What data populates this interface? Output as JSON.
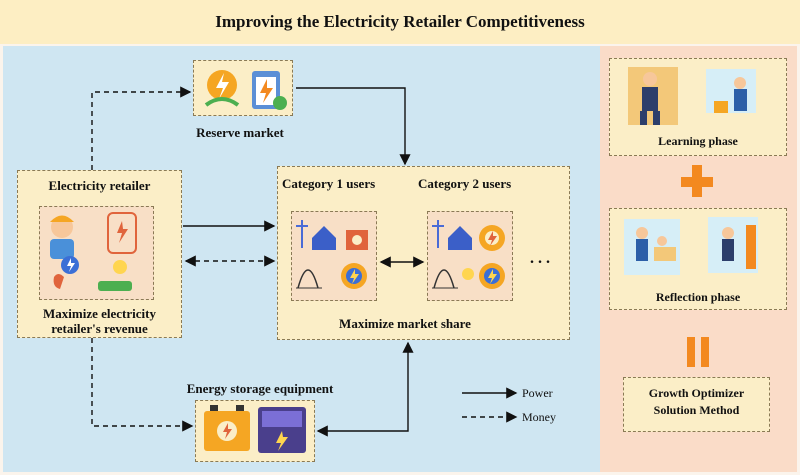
{
  "title": "Improving the Electricity Retailer Competitiveness",
  "reserve_market": "Reserve market",
  "retailer": {
    "title": "Electricity retailer",
    "caption_line1": "Maximize electricity",
    "caption_line2": "retailer's  revenue"
  },
  "users": {
    "category1": "Category 1 users",
    "category2": "Category 2 users",
    "ellipsis": ". . .",
    "caption": "Maximize market share"
  },
  "storage": "Energy storage equipment",
  "legend": {
    "power": "Power",
    "money": "Money"
  },
  "right": {
    "learning": "Learning phase",
    "reflection": "Reflection phase",
    "method_line1": "Growth Optimizer",
    "method_line2": "Solution Method"
  },
  "colors": {
    "title_bg": "#fdeec3",
    "left_bg": "#cfe6f2",
    "right_bg": "#fadcc8",
    "box_bg": "#fbeec7",
    "accent": "#f3891f"
  }
}
